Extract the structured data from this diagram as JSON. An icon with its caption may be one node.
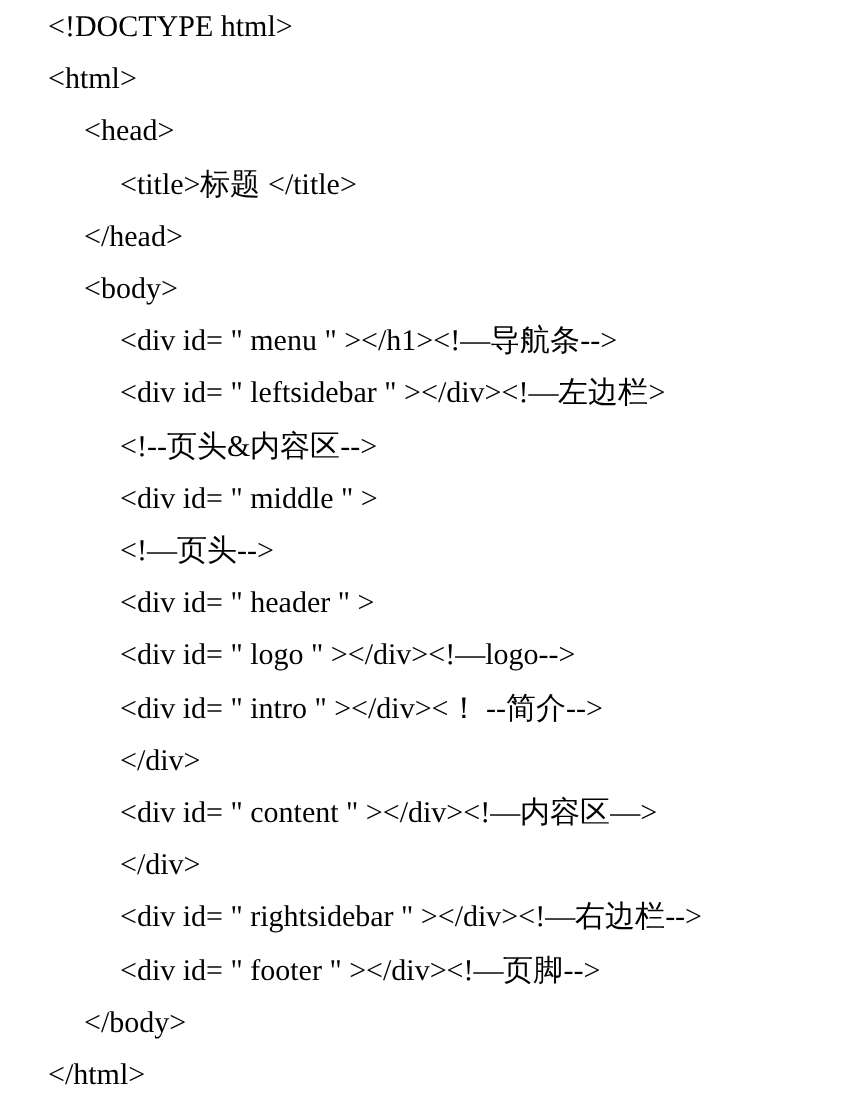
{
  "diagram": {
    "labels": [
      "<!DOCTYPE html>",
      "<html>",
      "<head>",
      "<title>标题 </title>",
      "</head>",
      "<body>",
      "<div id= \" menu \" ></h1><!—导航条-->",
      "<div id= \" leftsidebar \" ></div><!—左边栏>",
      "<!--页头&内容区-->",
      "<div id= \" middle \" >",
      "<!—页头-->",
      "<div id= \" header \" >",
      "<div id= \" logo \" ></div><!—logo-->",
      "<div id= \" intro \" ></div><！ --简介-->",
      "</div>",
      "<div id= \" content \" ></div><!—内容区—>",
      "</div>",
      "<div id= \" rightsidebar \" ></div><!—右边栏-->",
      "<div id= \" footer \" ></div><!—页脚-->",
      "</body>",
      "</html>"
    ]
  }
}
